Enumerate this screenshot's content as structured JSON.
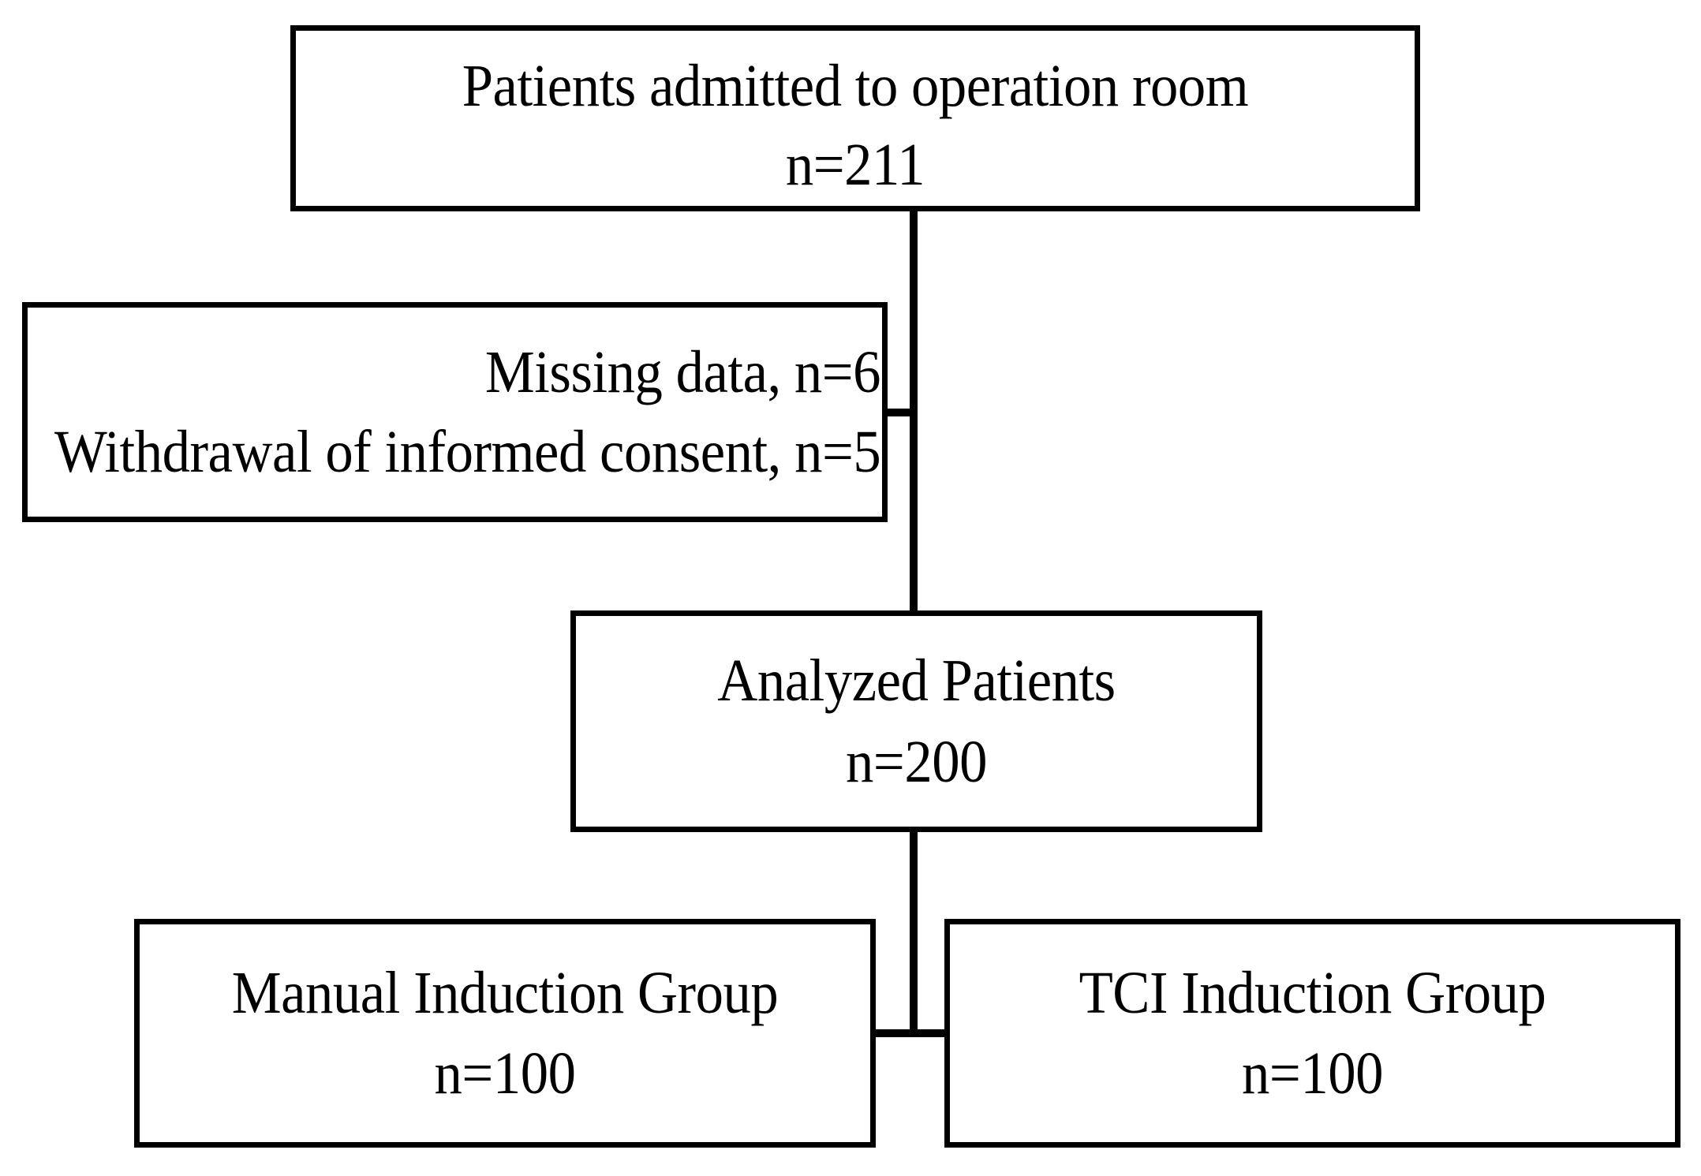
{
  "diagram": {
    "type": "consort-flow-diagram",
    "title": "Patient enrollment flow",
    "colors": {
      "background": "#ffffff",
      "border": "#000000",
      "text": "#000000",
      "connector": "#000000"
    },
    "nodes": [
      {
        "id": "admitted",
        "name": "patients-admitted-node",
        "align": "center",
        "lines": [
          "Patients admitted to operation room",
          "n=211"
        ],
        "label": "Patients admitted to operation room",
        "count": "n=211"
      },
      {
        "id": "excluded",
        "name": "exclusions-node",
        "align": "right",
        "lines": [
          "Missing data, n=6",
          "Withdrawal of informed consent, n=5"
        ],
        "reasons": [
          {
            "reason": "Missing data",
            "count": "n=6"
          },
          {
            "reason": "Withdrawal of informed consent",
            "count": "n=5"
          }
        ]
      },
      {
        "id": "analyzed",
        "name": "analyzed-patients-node",
        "align": "center",
        "lines": [
          "Analyzed Patients",
          "n=200"
        ],
        "label": "Analyzed Patients",
        "count": "n=200"
      },
      {
        "id": "manual",
        "name": "manual-induction-group-node",
        "align": "center",
        "lines": [
          "Manual Induction Group",
          "n=100"
        ],
        "label": "Manual Induction Group",
        "count": "n=100"
      },
      {
        "id": "tci",
        "name": "tci-induction-group-node",
        "align": "center",
        "lines": [
          "TCI Induction Group",
          "n=100"
        ],
        "label": "TCI Induction Group",
        "count": "n=100"
      }
    ],
    "connectors": [
      {
        "id": "vert-upper",
        "from": "admitted",
        "to": "analyzed",
        "orientation": "vertical"
      },
      {
        "id": "stub-excluded",
        "from": "vert-upper",
        "to": "excluded",
        "orientation": "horizontal"
      },
      {
        "id": "vert-lower",
        "from": "analyzed",
        "to": "split-bar",
        "orientation": "vertical"
      },
      {
        "id": "split-bar",
        "from": "manual",
        "to": "tci",
        "orientation": "horizontal"
      }
    ]
  }
}
